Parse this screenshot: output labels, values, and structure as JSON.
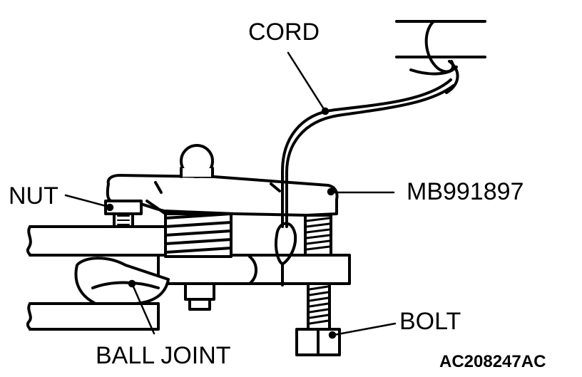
{
  "labels": {
    "cord": "CORD",
    "nut": "NUT",
    "tool": "MB991897",
    "bolt": "BOLT",
    "ball_joint": "BALL JOINT"
  },
  "figure_code": "AC208247AC",
  "colors": {
    "ink": "#000000",
    "paper": "#ffffff"
  }
}
